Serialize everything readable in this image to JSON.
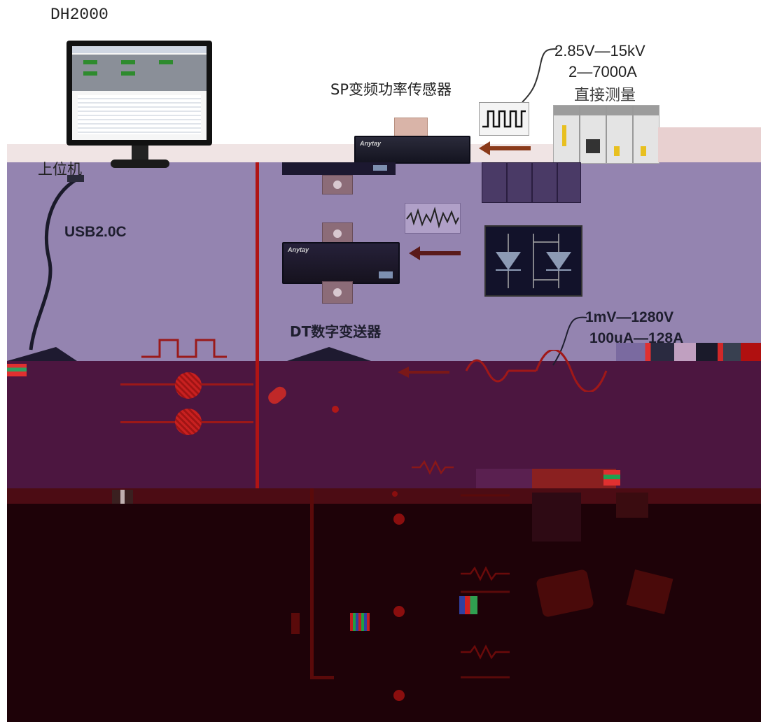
{
  "title": "DH2000",
  "labels": {
    "upper_machine": "上位机",
    "usb": "USB2.0C",
    "sp_sensor": "SP变频功率传感器",
    "dt_transmitter": "DT数字变送器"
  },
  "sp_specs": {
    "voltage": "2.85V—15kV",
    "current": "2—7000A",
    "method": "直接测量"
  },
  "dt_specs": {
    "voltage": "1mV—1280V",
    "current": "100uA—128A"
  },
  "device_brand": "Anytay",
  "colors": {
    "band_top": "#f0e4e4",
    "band_purple": "#9484b0",
    "band_plum": "#4c1640",
    "band_dark": "#1e0208",
    "bus_line": "#b01414",
    "arrow": "#8a3a1a"
  }
}
